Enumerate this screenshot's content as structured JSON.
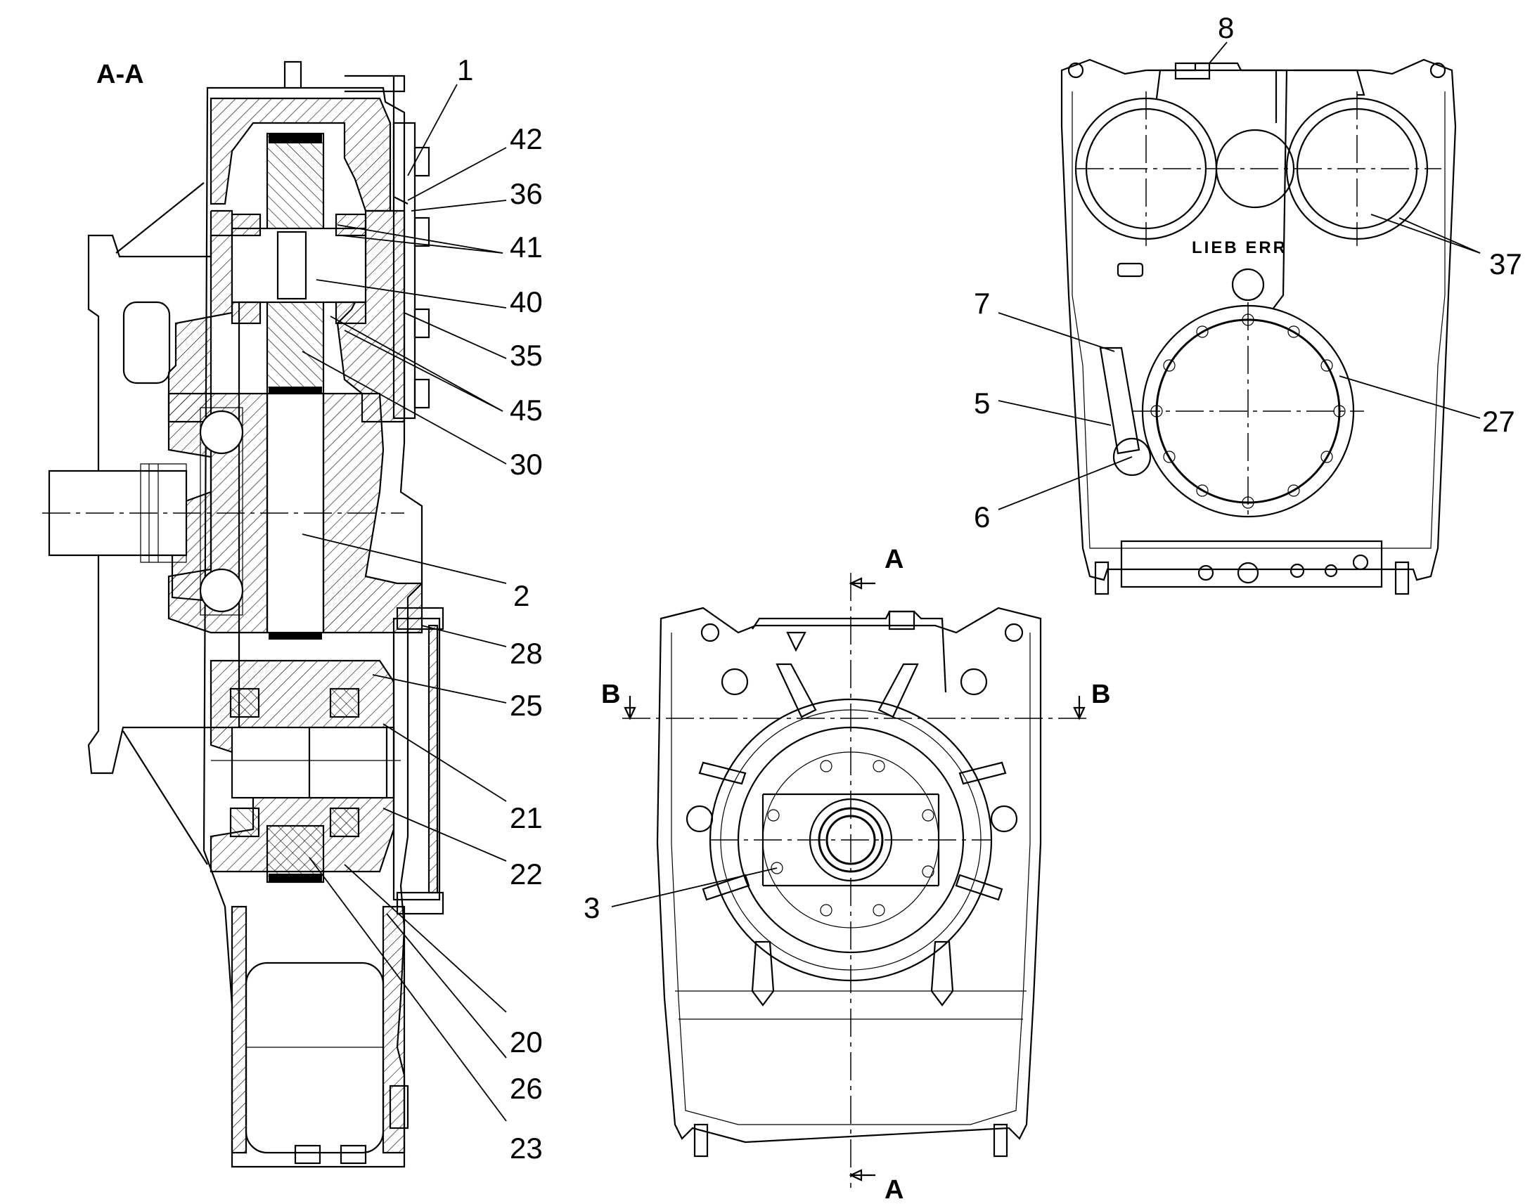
{
  "section_title": "A-A",
  "section_marks": {
    "a_top": "A",
    "a_bottom": "A",
    "b_left": "B",
    "b_right": "B"
  },
  "brand_text": "LIEB ERR",
  "callouts": {
    "c1": "1",
    "c42": "42",
    "c36": "36",
    "c41": "41",
    "c40": "40",
    "c35": "35",
    "c45": "45",
    "c30": "30",
    "c2": "2",
    "c28": "28",
    "c25": "25",
    "c21": "21",
    "c22": "22",
    "c20": "20",
    "c26": "26",
    "c23": "23",
    "c3": "3",
    "c8": "8",
    "c37": "37",
    "c7": "7",
    "c5": "5",
    "c27": "27",
    "c6": "6"
  }
}
